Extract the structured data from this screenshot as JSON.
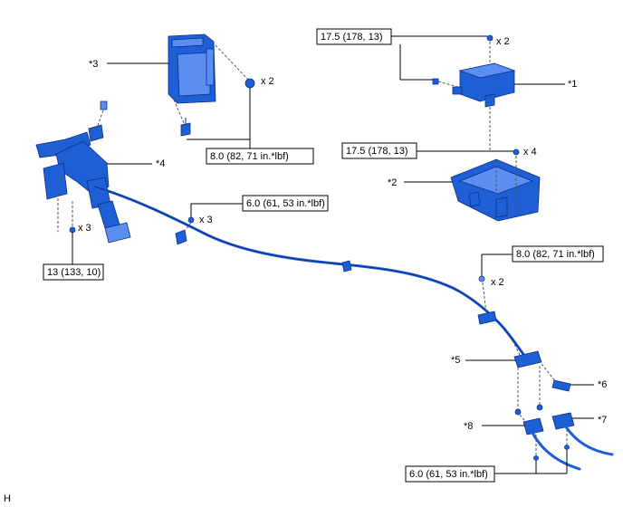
{
  "labels": {
    "p1": "*1",
    "p2": "*2",
    "p3": "*3",
    "p4": "*4",
    "p5": "*5",
    "p6": "*6",
    "p7": "*7",
    "p8": "*8"
  },
  "torques": {
    "t_ecu_bracket": "8.0 (82, 71 in.*lbf)",
    "t_top_right_1": "17.5 (178, 13)",
    "t_top_right_2": "17.5 (178, 13)",
    "t_pedal": "13 (133, 10)",
    "t_cable_mid": "6.0 (61, 53 in.*lbf)",
    "t_cable_right": "8.0 (82, 71 in.*lbf)",
    "t_bottom": "6.0 (61, 53 in.*lbf)"
  },
  "counts": {
    "c_ecu": "x 2",
    "c_top_right": "x 2",
    "c_mid_right": "x 4",
    "c_pedal": "x 3",
    "c_cable_mid": "x 3",
    "c_cable_right": "x 2"
  },
  "corner_mark": "H"
}
